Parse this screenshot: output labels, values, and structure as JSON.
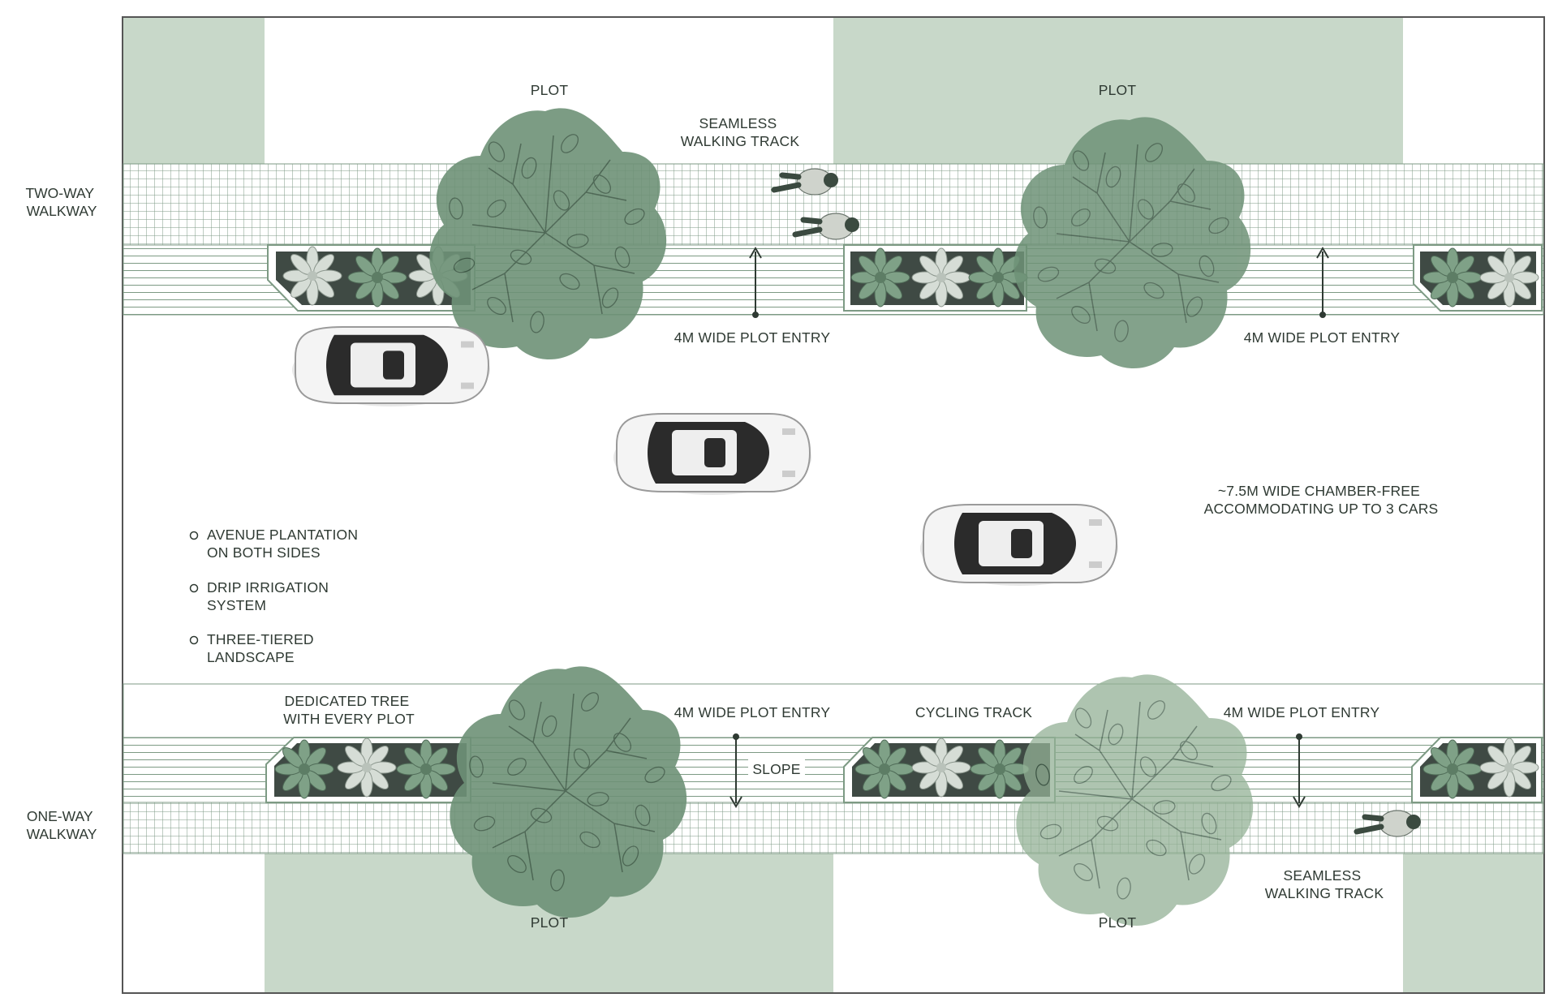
{
  "colors": {
    "plot_fill": "#c8d8c9",
    "line": "#6f8c76",
    "tree_dark": "#6e9277",
    "tree_light": "#93b196",
    "planter_dark": "#3f4a44",
    "border": "#555555",
    "text": "#2f3a33"
  },
  "side_labels": {
    "two_way": [
      "TWO-WAY",
      "WALKWAY"
    ],
    "one_way": [
      "ONE-WAY",
      "WALKWAY"
    ]
  },
  "plots": {
    "top_left": "PLOT",
    "top_right": "PLOT",
    "bottom_left": "PLOT",
    "bottom_right": "PLOT"
  },
  "labels": {
    "walking_track_top": [
      "SEAMLESS",
      "WALKING TRACK"
    ],
    "walking_track_bottom": [
      "SEAMLESS",
      "WALKING TRACK"
    ],
    "entry_top_left": "4M WIDE PLOT ENTRY",
    "entry_top_right": "4M WIDE PLOT ENTRY",
    "entry_bottom_left": "4M WIDE PLOT ENTRY",
    "entry_bottom_right": "4M WIDE PLOT ENTRY",
    "road_width": [
      "~7.5M WIDE CHAMBER-FREE",
      "ACCOMMODATING UP TO 3 CARS"
    ],
    "dedicated_tree": [
      "DEDICATED TREE",
      "WITH EVERY PLOT"
    ],
    "cycling": "CYCLING TRACK",
    "slope": "SLOPE"
  },
  "features": [
    [
      "AVENUE PLANTATION",
      "ON BOTH SIDES"
    ],
    [
      "DRIP IRRIGATION",
      "SYSTEM"
    ],
    [
      "THREE-TIERED",
      "LANDSCAPE"
    ]
  ],
  "icons": [
    "car-icon",
    "pedestrian-icon",
    "tree-icon",
    "shrub-icon",
    "arrow-icon"
  ]
}
